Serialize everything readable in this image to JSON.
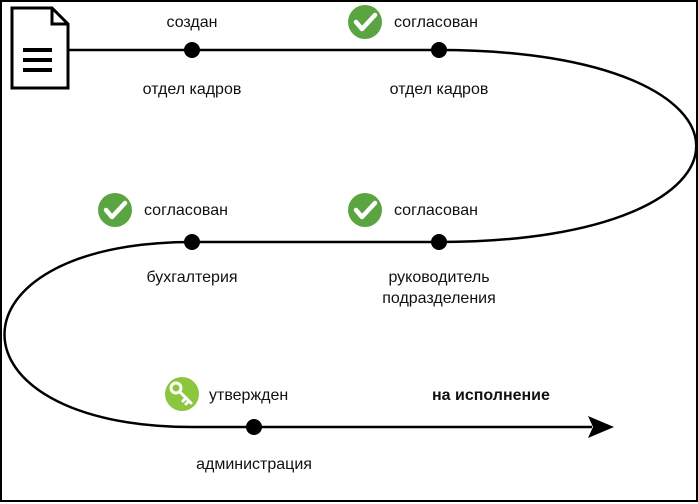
{
  "colors": {
    "line": "#000000",
    "check_badge": "#5aa542",
    "key_badge": "#8cc63f",
    "icon_glyph": "#ffffff"
  },
  "icons": {
    "document": "document-icon",
    "approved": "check-icon",
    "final": "key-icon"
  },
  "stages": [
    {
      "status": "создан",
      "department": "отдел кадров",
      "icon": "none"
    },
    {
      "status": "согласован",
      "department": "отдел кадров",
      "icon": "check"
    },
    {
      "status": "согласован",
      "department": "руководитель подразделения",
      "department_line1": "руководитель",
      "department_line2": "подразделения",
      "icon": "check"
    },
    {
      "status": "согласован",
      "department": "бухгалтерия",
      "icon": "check"
    },
    {
      "status": "утвержден",
      "department": "администрация",
      "icon": "key"
    }
  ],
  "end_label": "на исполнение"
}
